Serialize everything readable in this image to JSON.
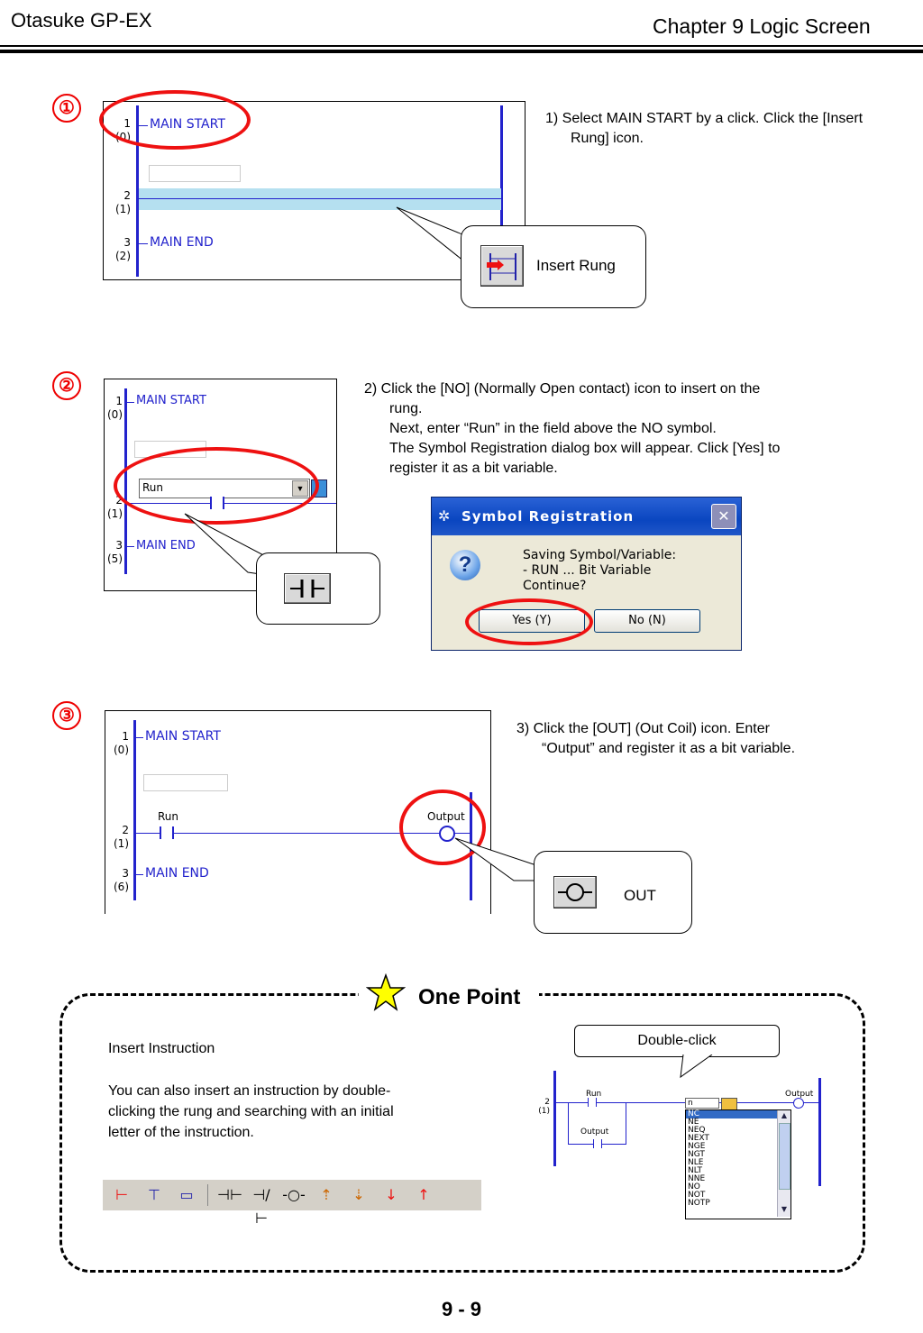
{
  "header": {
    "left": "Otasuke GP-EX",
    "right": "Chapter 9  Logic Screen"
  },
  "steps": [
    {
      "num": "①",
      "rungs": [
        {
          "n": "1",
          "addr": "(0)",
          "label": "MAIN START"
        },
        {
          "n": "2",
          "addr": "(1)",
          "label": ""
        },
        {
          "n": "3",
          "addr": "(2)",
          "label": "MAIN END"
        }
      ],
      "instruction": "1)  Select MAIN START by a click. Click the [Insert Rung] icon.",
      "callout_label": "Insert Rung"
    },
    {
      "num": "②",
      "rungs": [
        {
          "n": "1",
          "addr": "(0)",
          "label": "MAIN START"
        },
        {
          "n": "2",
          "addr": "(1)",
          "label": ""
        },
        {
          "n": "3",
          "addr": "(5)",
          "label": "MAIN END"
        }
      ],
      "dropdown_value": "Run",
      "instruction_lines": [
        "2)  Click the [NO] (Normally Open contact) icon to insert on the",
        "rung.",
        "Next, enter “Run” in the field above the NO symbol.",
        "The Symbol Registration dialog box will appear. Click [Yes] to",
        "register it as a bit variable."
      ],
      "dialog": {
        "title": "Symbol Registration",
        "line1": "Saving Symbol/Variable:",
        "line2": "- RUN ... Bit Variable",
        "line3": "Continue?",
        "yes": "Yes (Y)",
        "no": "No (N)"
      }
    },
    {
      "num": "③",
      "rungs": [
        {
          "n": "1",
          "addr": "(0)",
          "label": "MAIN START"
        },
        {
          "n": "2",
          "addr": "(1)",
          "label": ""
        },
        {
          "n": "3",
          "addr": "(6)",
          "label": "MAIN END"
        }
      ],
      "contact_label": "Run",
      "coil_label": "Output",
      "instruction_lines": [
        "3)  Click the [OUT] (Out Coil) icon. Enter",
        "“Output” and register it as a bit variable."
      ],
      "callout_label": "OUT"
    }
  ],
  "one_point": {
    "title": "One Point",
    "heading": "Insert Instruction",
    "body_lines": [
      "You can also insert an instruction by double-",
      "clicking the rung and searching with an initial",
      "letter of the instruction."
    ],
    "callout": "Double-click",
    "mini": {
      "rung_n": "2",
      "rung_addr": "(1)",
      "contact1": "Run",
      "contact2": "Output",
      "coil": "Output",
      "search_value": "n",
      "list": [
        "NC",
        "NE",
        "NEQ",
        "NEXT",
        "NGE",
        "NGT",
        "NLE",
        "NLT",
        "NNE",
        "NO",
        "NOT",
        "NOTP"
      ]
    },
    "toolbar_icons": [
      "insert-rung-icon",
      "insert-branch-icon",
      "label-icon",
      "no-contact-icon",
      "nc-contact-icon",
      "out-coil-icon",
      "rising-pulse-icon",
      "falling-pulse-icon",
      "down-arrow-icon",
      "up-arrow-icon"
    ]
  },
  "footer": {
    "page": "9 - 9"
  },
  "colors": {
    "accent_red": "#e11111",
    "ladder_blue": "#2222cc"
  }
}
